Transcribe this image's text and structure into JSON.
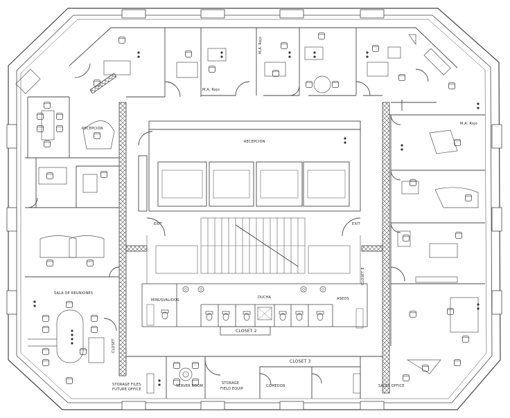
{
  "plan": {
    "labels": {
      "recepcion_top": "RECEPCION",
      "recepcion_left": "RECEPCION",
      "ma_rojo_top": "M.A. Rojo",
      "ma_rojo_right": "M.A. Rojo",
      "ma_rojo_vertical": "M.A. Rojo",
      "sala_reuniones": "SALA DE REUNIONES",
      "closet_2": "CLOSET 2",
      "closet_3": "CLOSET 3",
      "closet_8": "CLOSET 8",
      "ducha": "DUCHA",
      "minusvalidos": "MINUSVALIDOS",
      "aseos": "ASEOS",
      "comedor": "COMEDOR",
      "storage_files": "STORAGE FILES",
      "future_office": "FUTURE OFFICE",
      "server_room": "SERVER ROOM",
      "storage_field": "STORAGE",
      "field_equip": "FIELD EQUIP",
      "sales_office": "SALES OFFICE",
      "exit_left": "EXIT",
      "exit_right": "EXIT",
      "closet_label_small": "CLOSET"
    },
    "colors": {
      "line": "#444444",
      "thin": "#777777",
      "hatch": "#555555",
      "background": "#ffffff"
    }
  }
}
